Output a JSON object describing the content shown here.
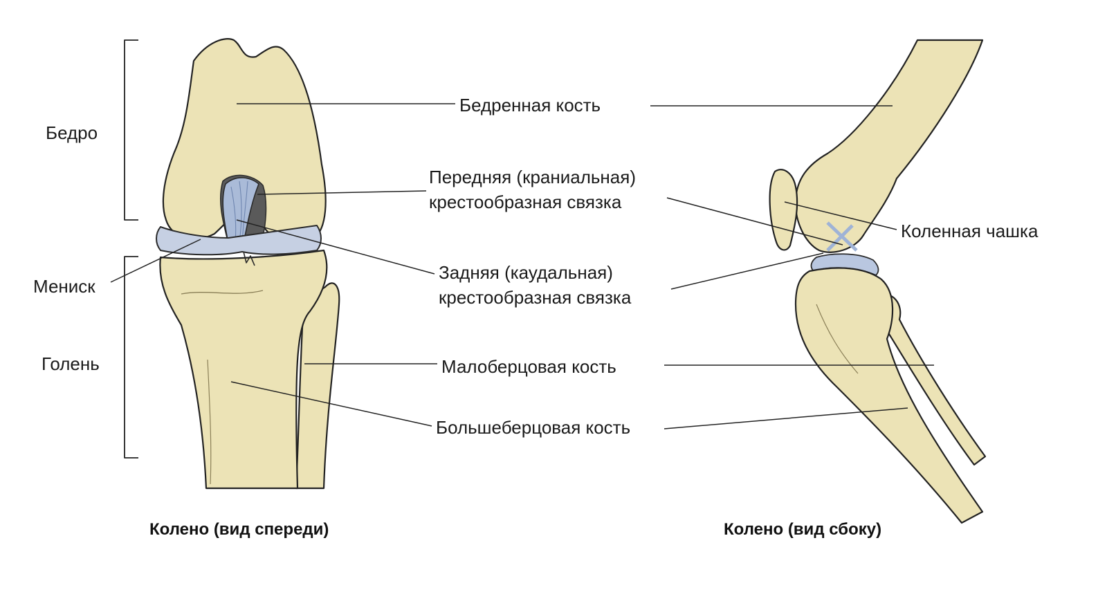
{
  "labels": {
    "thigh": "Бедро",
    "meniscus": "Мениск",
    "shin": "Голень",
    "femur": "Бедренная кость",
    "acl_line1": "Передняя (краниальная)",
    "acl_line2": "крестообразная связка",
    "pcl_line1": "Задняя (каудальная)",
    "pcl_line2": "крестообразная связка",
    "fibula": "Малоберцовая кость",
    "tibia": "Большеберцовая кость",
    "patella": "Коленная чашка"
  },
  "captions": {
    "front": "Колено (вид спереди)",
    "side": "Колено (вид сбоку)"
  },
  "colors": {
    "bone": "#ece3b6",
    "bone_shade": "#d9cc92",
    "cartilage": "#c5d0e3",
    "ligament": "#a9bcd9",
    "outline": "#222222",
    "leader": "#222222"
  }
}
